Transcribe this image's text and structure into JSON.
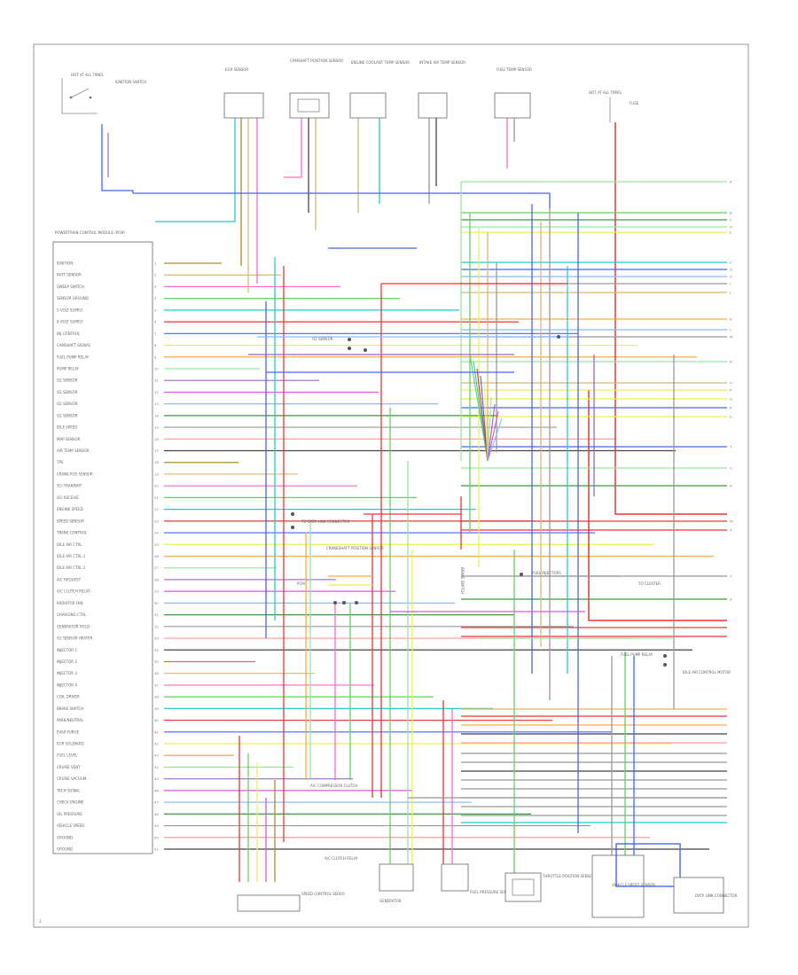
{
  "diagram": {
    "page_marker": "1",
    "top_components": [
      {
        "id": "ign",
        "label": "HOT AT ALL TIMES",
        "sub": "IGNITION SWITCH"
      },
      {
        "id": "c1",
        "label": "EGR SENSOR"
      },
      {
        "id": "c2",
        "label": "CAMSHAFT POSITION SENSOR"
      },
      {
        "id": "c3",
        "label": "ENGINE COOLANT TEMP SENSOR"
      },
      {
        "id": "c4",
        "label": "INTAKE AIR TEMP SENSOR"
      },
      {
        "id": "c5",
        "label": "FUEL TEMP SENSOR"
      },
      {
        "id": "c6",
        "label": "HOT AT ALL TIMES",
        "sub": "FUSE"
      }
    ],
    "module": {
      "title": "POWERTRAIN CONTROL MODULE (PCM)"
    },
    "pins": [
      {
        "n": "1",
        "label": "IGNITION"
      },
      {
        "n": "2",
        "label": "BATT SENSOR"
      },
      {
        "n": "3",
        "label": "SWEEP SWITCH"
      },
      {
        "n": "4",
        "label": "SENSOR GROUND"
      },
      {
        "n": "5",
        "label": "5 VOLT SUPPLY"
      },
      {
        "n": "6",
        "label": "8 VOLT SUPPLY"
      },
      {
        "n": "7",
        "label": "INJ CONTROL"
      },
      {
        "n": "8",
        "label": "CAMSHAFT SIGNAL"
      },
      {
        "n": "9",
        "label": "FUEL PUMP RELAY"
      },
      {
        "n": "10",
        "label": "PUMP RELAY"
      },
      {
        "n": "11",
        "label": "O2 SENSOR"
      },
      {
        "n": "12",
        "label": "O2 SENSOR"
      },
      {
        "n": "13",
        "label": "O2 SENSOR"
      },
      {
        "n": "14",
        "label": "O2 SENSOR"
      },
      {
        "n": "15",
        "label": "IDLE SPEED"
      },
      {
        "n": "16",
        "label": "MAP SENSOR"
      },
      {
        "n": "17",
        "label": "AIR TEMP SENSOR"
      },
      {
        "n": "18",
        "label": "TPS"
      },
      {
        "n": "19",
        "label": "CRANK POS SENSOR"
      },
      {
        "n": "20",
        "label": "SCI TRANSMIT"
      },
      {
        "n": "21",
        "label": "SCI RECEIVE"
      },
      {
        "n": "22",
        "label": "ENGINE SPEED"
      },
      {
        "n": "23",
        "label": "SPEED SENSOR"
      },
      {
        "n": "24",
        "label": "TRANS CONTROL"
      },
      {
        "n": "25",
        "label": "IDLE AIR CTRL"
      },
      {
        "n": "26",
        "label": "IDLE AIR CTRL 1"
      },
      {
        "n": "27",
        "label": "IDLE AIR CTRL 2"
      },
      {
        "n": "28",
        "label": "A/C REQUEST"
      },
      {
        "n": "29",
        "label": "A/C CLUTCH RELAY"
      },
      {
        "n": "30",
        "label": "RADIATOR FAN"
      },
      {
        "n": "31",
        "label": "CHARGING CTRL"
      },
      {
        "n": "32",
        "label": "GENERATOR FIELD"
      },
      {
        "n": "33",
        "label": "O2 SENSOR HEATER"
      },
      {
        "n": "34",
        "label": "INJECTOR 1"
      },
      {
        "n": "35",
        "label": "INJECTOR 2"
      },
      {
        "n": "36",
        "label": "INJECTOR 3"
      },
      {
        "n": "37",
        "label": "INJECTOR 4"
      },
      {
        "n": "38",
        "label": "COIL DRIVER"
      },
      {
        "n": "39",
        "label": "BRAKE SWITCH"
      },
      {
        "n": "40",
        "label": "PARK/NEUTRAL"
      },
      {
        "n": "41",
        "label": "EVAP PURGE"
      },
      {
        "n": "42",
        "label": "EGR SOLENOID"
      },
      {
        "n": "43",
        "label": "FUEL LEVEL"
      },
      {
        "n": "44",
        "label": "CRUISE VENT"
      },
      {
        "n": "45",
        "label": "CRUISE VACUUM"
      },
      {
        "n": "46",
        "label": "TACH SIGNAL"
      },
      {
        "n": "47",
        "label": "CHECK ENGINE"
      },
      {
        "n": "48",
        "label": "OIL PRESSURE"
      },
      {
        "n": "49",
        "label": "VEHICLE SPEED"
      },
      {
        "n": "50",
        "label": "GROUND"
      },
      {
        "n": "51",
        "label": "GROUND"
      }
    ],
    "mid_labels": [
      {
        "id": "m1",
        "text": "O2 SENSOR"
      },
      {
        "id": "m2",
        "text": "TO DATA LINK CONNECTOR"
      },
      {
        "id": "m3",
        "text": "CRANKSHAFT POSITION SENSOR"
      },
      {
        "id": "m4",
        "text": "PCM"
      },
      {
        "id": "m5",
        "text": "BRAKE SWITCH"
      },
      {
        "id": "m6",
        "text": "A/C COMPRESSOR CLUTCH"
      },
      {
        "id": "m7",
        "text": "FUEL INJECTORS"
      },
      {
        "id": "m8",
        "text": "TO CLUSTER"
      },
      {
        "id": "m9",
        "text": "FUEL PUMP RELAY"
      },
      {
        "id": "m10",
        "text": "IDLE AIR CONTROL MOTOR"
      }
    ],
    "bottom_components": [
      {
        "id": "b1",
        "label": "SPEED CONTROL SERVO"
      },
      {
        "id": "b2",
        "label": "A/C CLUTCH RELAY"
      },
      {
        "id": "b3",
        "label": "GENERATOR"
      },
      {
        "id": "b4",
        "label": "FUEL PRESSURE SENSOR"
      },
      {
        "id": "b5",
        "label": "THROTTLE POSITION SENSOR"
      },
      {
        "id": "b6",
        "label": "VEHICLE SPEED SENSOR"
      },
      {
        "id": "b7",
        "label": "DATA LINK CONNECTOR"
      }
    ],
    "right_terminals": [
      "A",
      "B",
      "C",
      "D",
      "E",
      "F",
      "G",
      "H",
      "I",
      "J",
      "K",
      "L",
      "M",
      "N",
      "O",
      "P",
      "Q",
      "R",
      "S",
      "T",
      "U",
      "V",
      "W",
      "X",
      "Y",
      "Z"
    ],
    "wire_colors": {
      "green": "#5cd65c",
      "lightgreen": "#99e699",
      "red": "#ee3333",
      "blue": "#4466ee",
      "lightblue": "#88bbff",
      "cyan": "#22cccc",
      "pink": "#ff66cc",
      "magenta": "#dd55dd",
      "orange": "#ffaa44",
      "yellow": "#eeee55",
      "brown": "#b08a30",
      "tan": "#d6b878",
      "purple": "#9966cc",
      "darkgreen": "#3a9a3a",
      "gray": "#999999",
      "black": "#444444",
      "salmon": "#ff9999"
    }
  }
}
